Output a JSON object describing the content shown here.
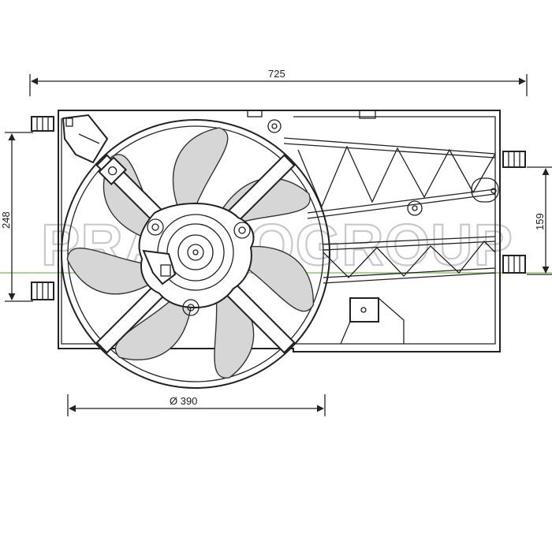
{
  "dimensions": {
    "overall_width": "725",
    "fan_diameter": "Ø 390",
    "left_height": "248",
    "right_height": "159"
  },
  "watermark": "PRASCOGROUP",
  "colors": {
    "line": "#222222",
    "blade_fill": "#d6d6d6",
    "watermark": "#c9c9c9",
    "guide_line": "#a8d890"
  }
}
